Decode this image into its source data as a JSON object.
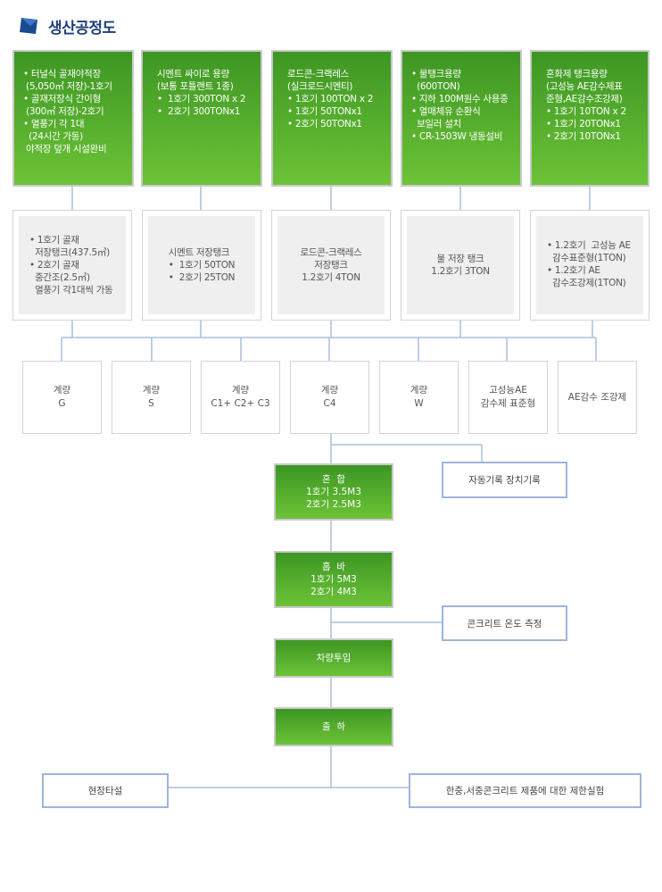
{
  "header": {
    "title": "생산공정도"
  },
  "storage": [
    {
      "text": "• 터널식 골재야적장\n (5,050㎡ 저장)-1호기\n• 골재저장식 간이형\n (300㎡ 저장)-2호기\n• 열풍기 각 1대\n  (24시간 가동)\n 야적장 덮개 시설완비"
    },
    {
      "text": "시멘트 싸이로 용량\n(보통 포틀랜트 1종)\n•  1호기 300TON x 2\n•  2호기 300TONx1"
    },
    {
      "text": "로드콘-크랙레스\n(실크로드시멘티)\n• 1호기 100TON x 2\n• 1호기 50TONx1\n• 2호기 50TONx1"
    },
    {
      "text": "• 물탱크용량\n  (600TON)\n• 지하 100M원수 사용중\n• 열매체유 순환식\n  보일러 설치\n• CR-1503W 냉동설비"
    },
    {
      "text": "혼화제 탱크용량\n(고성능 AE감수제표\n준형,AE감수조강제)\n• 1호기 10TON x 2\n• 1호기 20TONx1\n• 2호기 10TONx1"
    }
  ],
  "tanks": [
    {
      "text": "• 1호기 골재\n  저장탱크(437.5㎥)\n• 2호기 골재\n  중간조(2.5㎥)\n  열풍기 각1대씩 가동"
    },
    {
      "text": "시멘트 저장탱크\n•  1호기 50TON\n•  2호기 25TON"
    },
    {
      "text": "로드콘-크랙레스\n저장탱크\n1.2호기 4TON"
    },
    {
      "text": "물 저장 탱크\n1.2호기 3TON"
    },
    {
      "text": "• 1.2호기  고성능 AE\n  감수표준형(1TON)\n• 1.2호기 AE\n  감수조강제(1TON)"
    }
  ],
  "measures": [
    {
      "text": "계량\nG"
    },
    {
      "text": "계량\nS"
    },
    {
      "text": "계량\nC1+ C2+ C3"
    },
    {
      "text": "계량\nC4"
    },
    {
      "text": "계량\nW"
    },
    {
      "text": "고성능AE\n감수제 표준형"
    },
    {
      "text": "AE감수 조강제"
    }
  ],
  "process": {
    "mix": "혼  합\n1호기 3.5M3\n2호기 2.5M3",
    "hopper": "홉  바\n1호기 5M3\n2호기 4M3",
    "truck": "차량투입",
    "ship": "출  하"
  },
  "side": {
    "auto_record": "자동기록 장치기록",
    "temp": "콘크리트 온도 측정",
    "site": "현장타설",
    "test": "한중,서중콘크리트 제품에 대한 제한실험"
  },
  "colors": {
    "green_top": "#3d9623",
    "green_bottom": "#6cc337",
    "title_blue": "#1b3f7a",
    "line_blue": "#a9bde0"
  }
}
